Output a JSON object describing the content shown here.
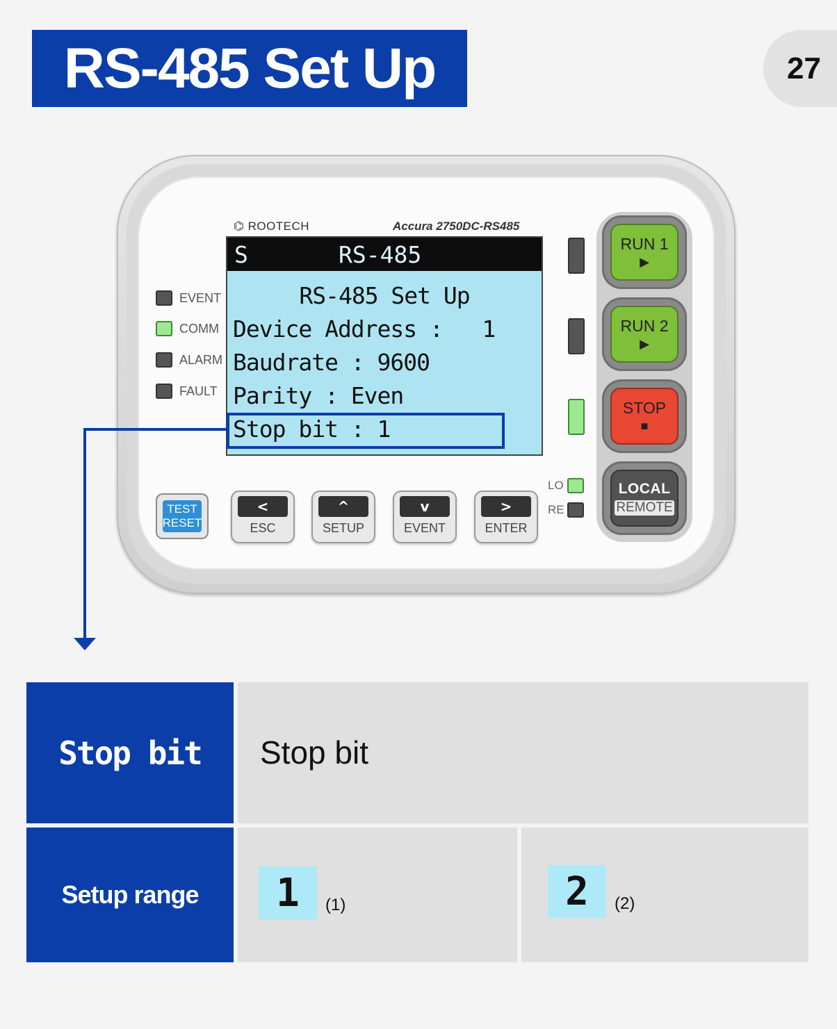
{
  "page": {
    "title": "RS-485 Set Up",
    "number": "27"
  },
  "device": {
    "brand": "ROOTECH",
    "model": "Accura 2750DC-RS485",
    "lcd": {
      "menu_letter": "S",
      "menu_title": "RS-485",
      "heading": "RS-485 Set Up",
      "lines": [
        "Device Address :   1",
        "Baudrate : 9600",
        "Parity : Even",
        "Stop bit : 1"
      ]
    },
    "status_leds": [
      {
        "label": "EVENT",
        "on": false
      },
      {
        "label": "COMM",
        "on": true
      },
      {
        "label": "ALARM",
        "on": false
      },
      {
        "label": "FAULT",
        "on": false
      }
    ],
    "mode_leds": [
      {
        "label": "LO",
        "on": true
      },
      {
        "label": "RE",
        "on": false
      }
    ],
    "buttons": {
      "run1": {
        "label": "RUN 1",
        "glyph": "▶"
      },
      "run2": {
        "label": "RUN 2",
        "glyph": "▶"
      },
      "stop": {
        "label": "STOP",
        "glyph": "■"
      },
      "local": {
        "label": "LOCAL",
        "sub": "REMOTE"
      },
      "test": {
        "line1": "TEST",
        "line2": "RESET"
      },
      "esc": {
        "arrow": "<",
        "label": "ESC"
      },
      "setup": {
        "arrow": "^",
        "label": "SETUP"
      },
      "event": {
        "arrow": "v",
        "label": "EVENT"
      },
      "enter": {
        "arrow": ">",
        "label": "ENTER"
      }
    }
  },
  "table": {
    "row1": {
      "header": "Stop bit",
      "description": "Stop bit"
    },
    "row2": {
      "header": "Setup range",
      "options": [
        {
          "value": "1",
          "note": "(1)"
        },
        {
          "value": "2",
          "note": "(2)"
        }
      ]
    }
  },
  "colors": {
    "accent": "#0b3ea8",
    "lcd": "#aee4f2",
    "green": "#7fbf3a",
    "red": "#e84733"
  }
}
